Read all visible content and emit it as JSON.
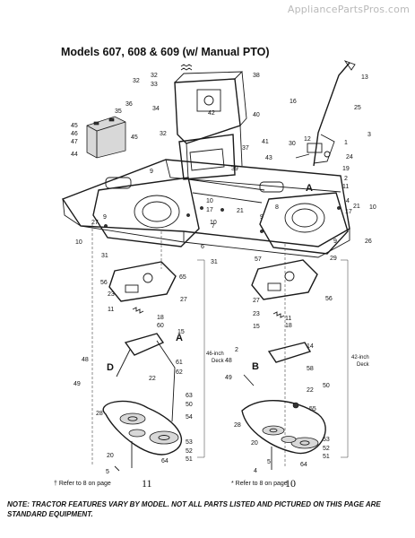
{
  "watermark": "AppliancePartsPros.com",
  "title": "Models 607, 608 & 609 (w/ Manual PTO)",
  "callouts": [
    "32",
    "33",
    "32",
    "38",
    "13",
    "36",
    "34",
    "35",
    "42",
    "40",
    "16",
    "25",
    "45",
    "46",
    "47",
    "44",
    "45",
    "32",
    "37",
    "41",
    "43",
    "30",
    "12",
    "3",
    "1",
    "24",
    "2",
    "9",
    "19",
    "11",
    "4",
    "17",
    "10",
    "21",
    "9",
    "27",
    "9",
    "17",
    "21",
    "10",
    "8",
    "10",
    "39",
    "9",
    "26",
    "10",
    "31",
    "65",
    "7",
    "6",
    "31",
    "57",
    "29",
    "56",
    "27",
    "23",
    "11",
    "18",
    "60",
    "15",
    "48",
    "61",
    "62",
    "22",
    "49",
    "63",
    "50",
    "28",
    "54",
    "20",
    "53",
    "52",
    "51",
    "5",
    "64",
    "56",
    "27",
    "23",
    "15",
    "11",
    "18",
    "2",
    "14",
    "58",
    "48",
    "49",
    "22",
    "50",
    "55",
    "28",
    "53",
    "52",
    "20",
    "51",
    "4",
    "5",
    "64"
  ],
  "marker_letters": {
    "a1": "A",
    "a2": "A",
    "d": "D",
    "b": "B"
  },
  "deck_labels": {
    "left": [
      "46-inch",
      "Deck"
    ],
    "right": [
      "42-inch",
      "Deck"
    ]
  },
  "footnotes": {
    "left": "† Refer to 8 on page",
    "left_page": "11",
    "right": "* Refer to 8 on page",
    "right_page": "10"
  },
  "note": "NOTE: TRACTOR FEATURES VARY BY MODEL. NOT ALL PARTS LISTED AND PICTURED ON THIS PAGE ARE STANDARD EQUIPMENT."
}
